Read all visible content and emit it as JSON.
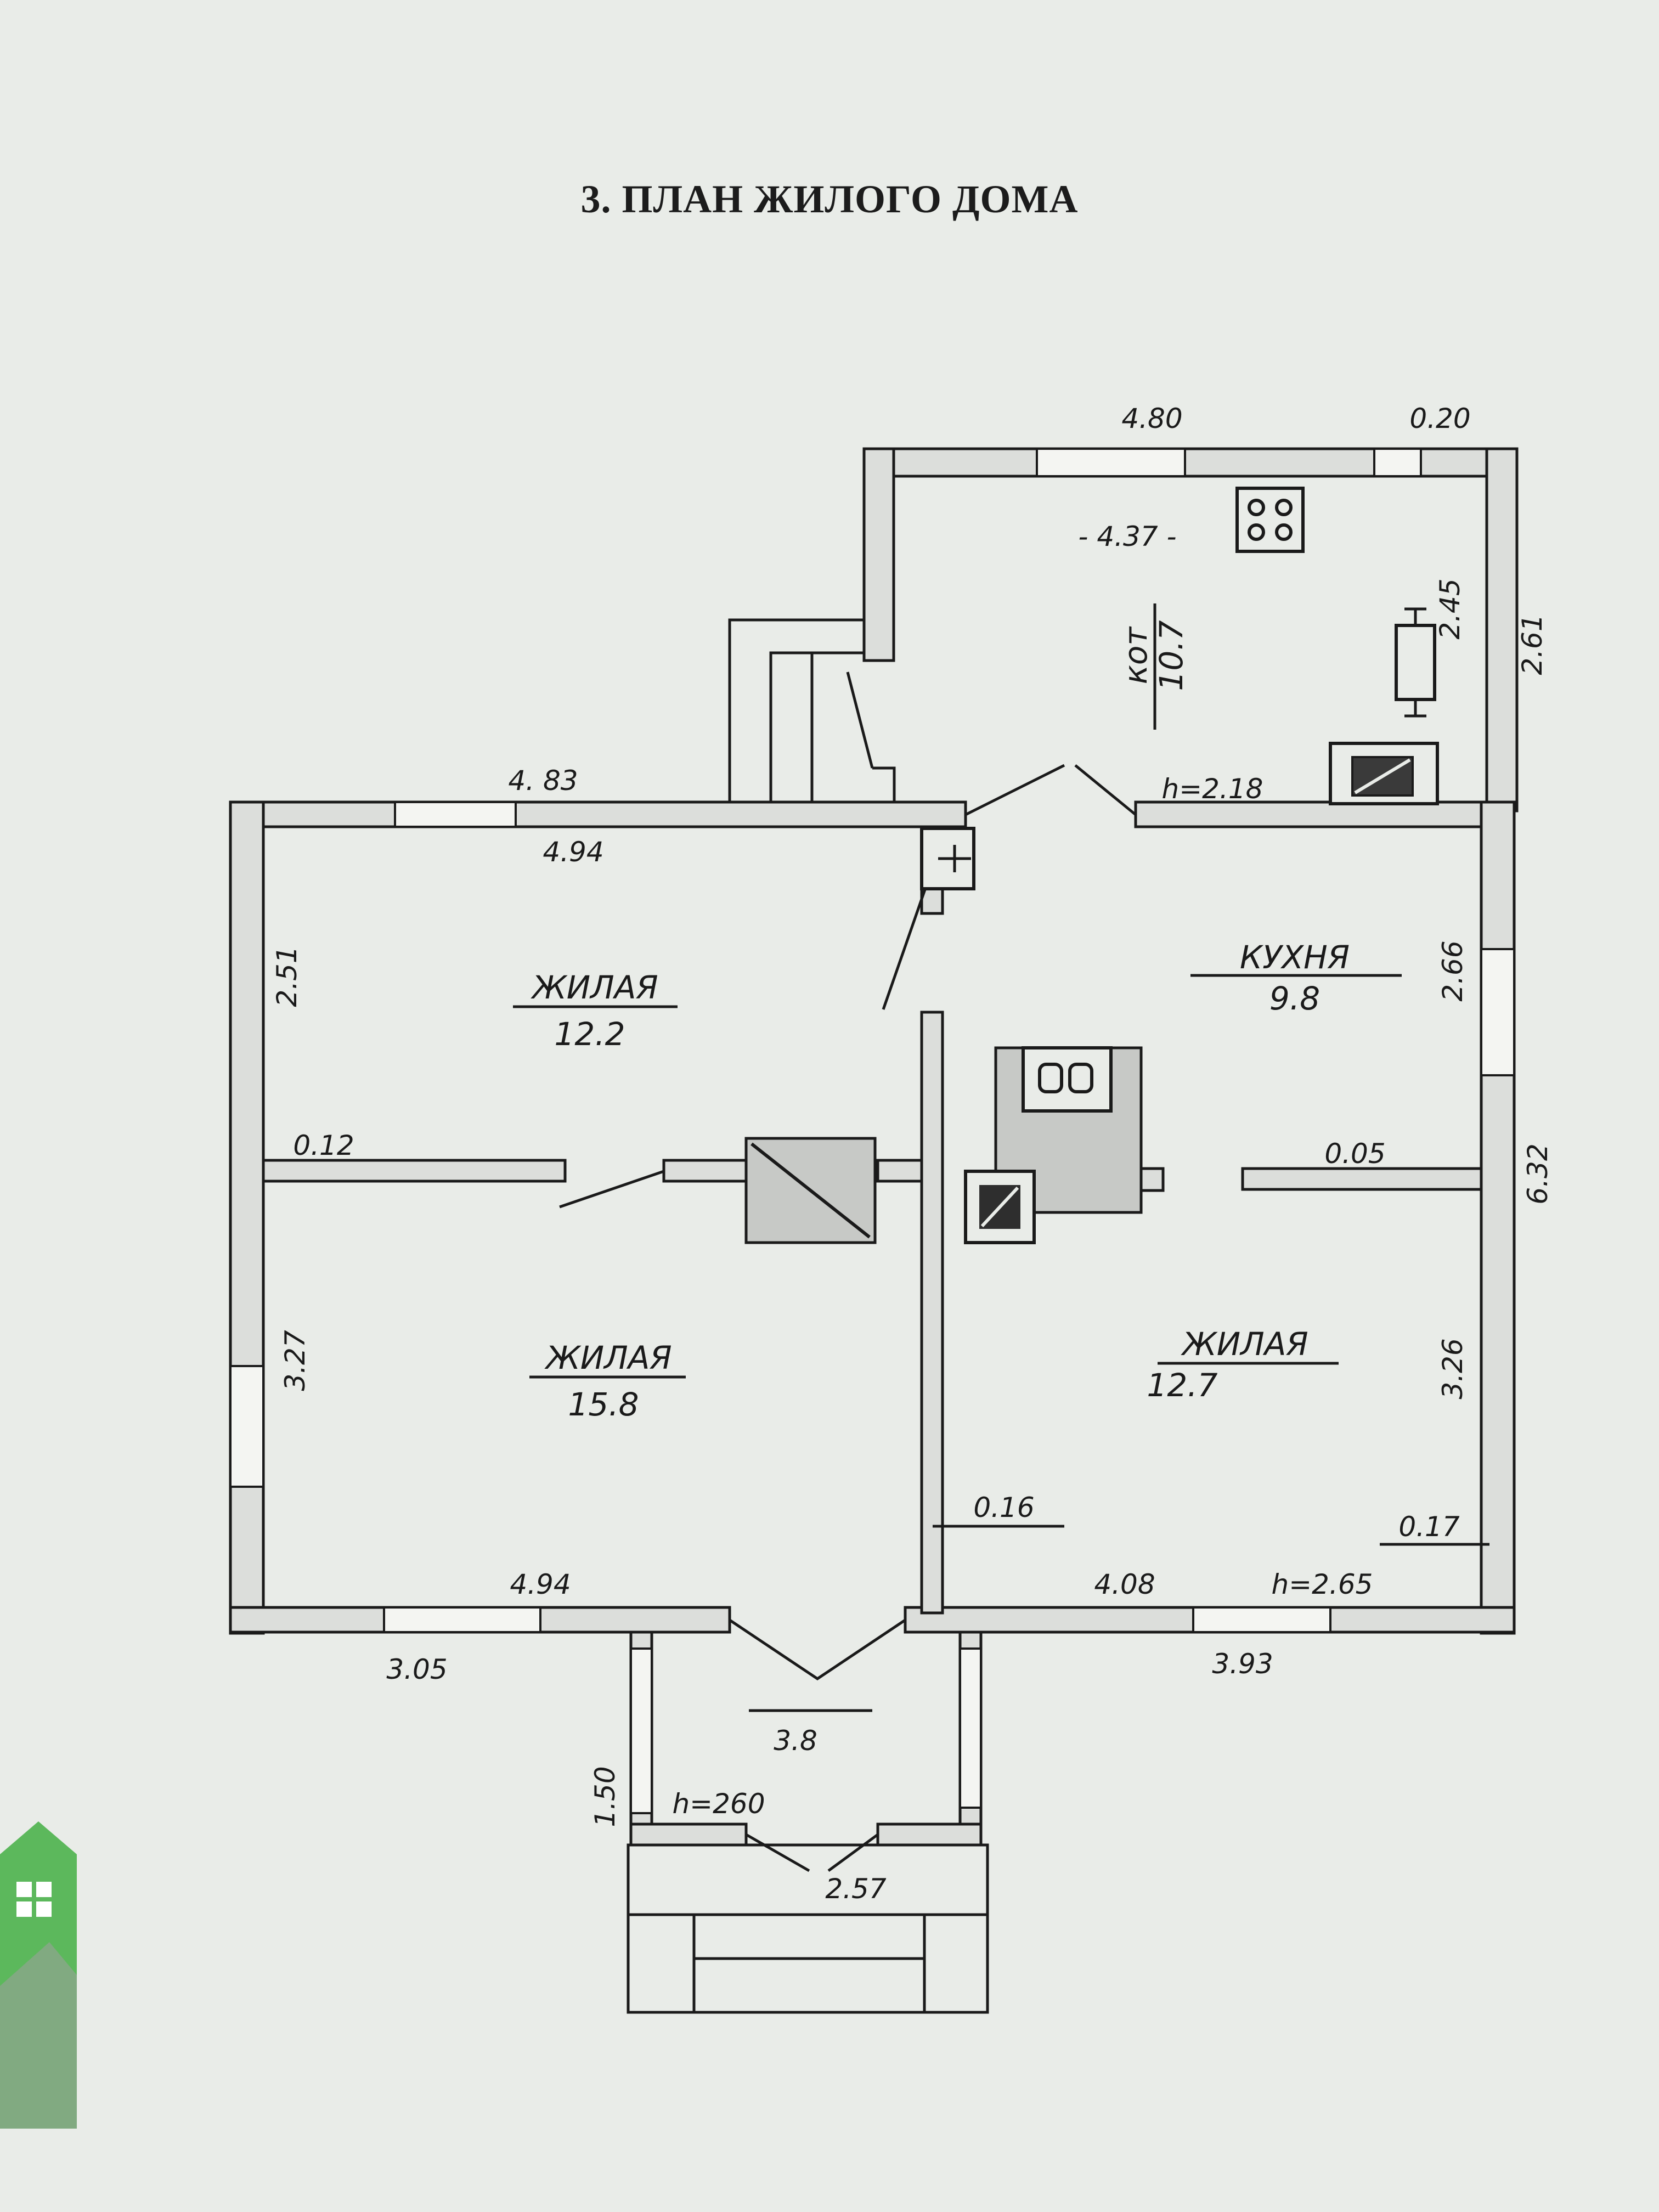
{
  "title": "3. ПЛАН ЖИЛОГО ДОМА",
  "rooms": {
    "boiler": {
      "name": "кот",
      "area": "10.7",
      "height": "h=2.18",
      "inner_width": "- 4.37 -"
    },
    "kitchen": {
      "name": "КУХНЯ",
      "area": "9.8"
    },
    "living_top_left": {
      "name": "ЖИЛАЯ",
      "area": "12.2"
    },
    "living_bottom_left": {
      "name": "ЖИЛАЯ",
      "area": "15.8"
    },
    "living_right": {
      "name": "ЖИЛАЯ",
      "area": "12.7",
      "height": "h=2.65"
    },
    "porch": {
      "width": "3.8",
      "height": "h=260"
    }
  },
  "dimensions": {
    "boiler_outer_top": "4.80",
    "boiler_wall": "0.20",
    "boiler_inner_side": "2.45",
    "boiler_outer_side": "2.61",
    "top_left_outer": "4. 83",
    "top_left_inner": "4.94",
    "left_top": "2.51",
    "partition_left": "0.12",
    "left_bottom": "3.27",
    "bottom_left_inner": "4.94",
    "bottom_left_outer": "3.05",
    "kitchen_side": "2.66",
    "partition_right": "0.05",
    "right_outer": "6.32",
    "right_bottom": "3.26",
    "wall_inner": "0.16",
    "wall_right": "0.17",
    "bottom_right_inner": "4.08",
    "bottom_right_outer": "3.93",
    "porch_depth": "1.50",
    "porch_bottom": "2.57"
  },
  "icons": [
    "stove-icon",
    "boiler-icon",
    "furnace-icon",
    "meter-icon"
  ],
  "colors": {
    "paper": "#e9ece8",
    "ink": "#1a1a1a",
    "wall_fill": "#dcdedb",
    "logo_green": "#5cb85c"
  }
}
